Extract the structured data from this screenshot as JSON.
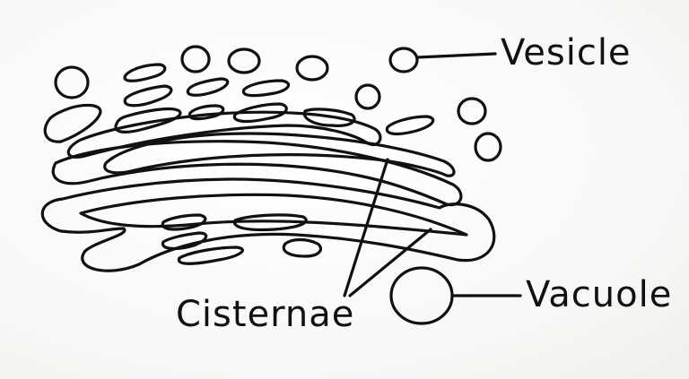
{
  "diagram": {
    "labels": {
      "vesicle": "Vesicle",
      "cisternae": "Cisternae",
      "vacuole": "Vacuole"
    },
    "ink_color": "#111111",
    "background_color": "#ffffff"
  }
}
